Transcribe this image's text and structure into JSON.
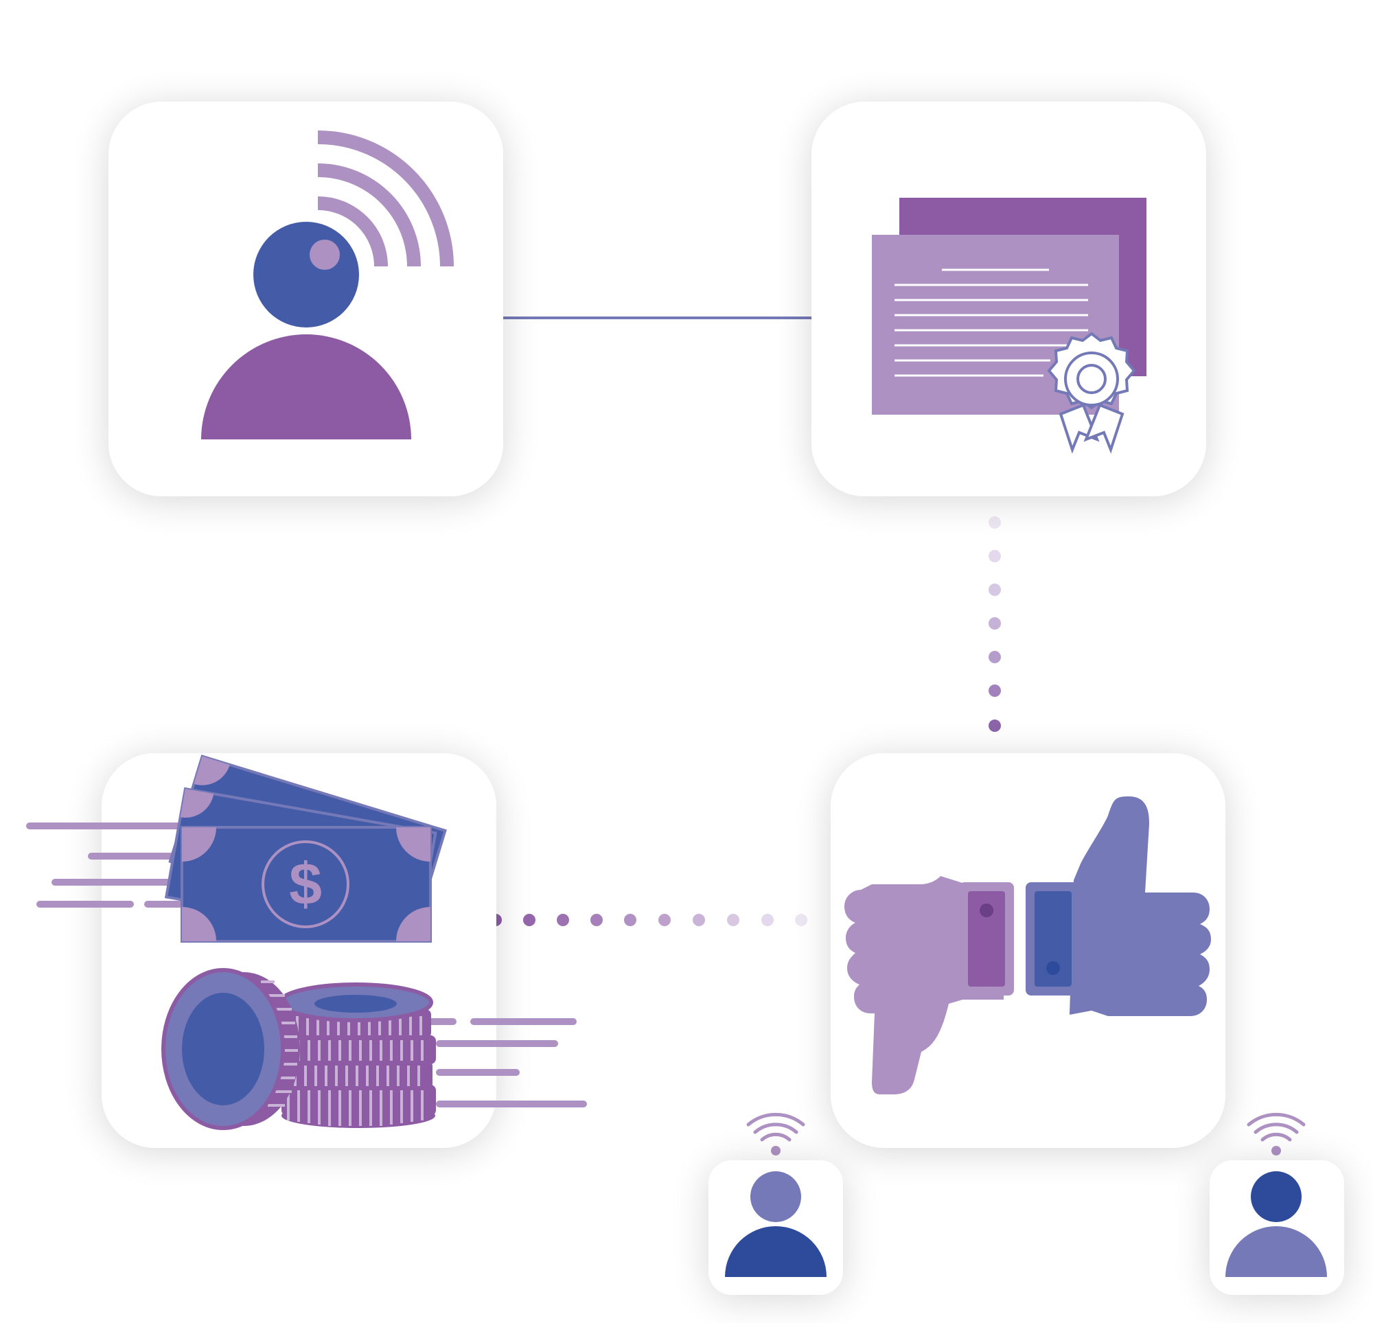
{
  "diagram": {
    "nodes": [
      {
        "id": "broadcasting-user",
        "icon": "user-broadcast-icon"
      },
      {
        "id": "certificate-document",
        "icon": "certificate-icon"
      },
      {
        "id": "money-cash-coins",
        "icon": "money-icon"
      },
      {
        "id": "thumbs-down-up-rating",
        "icon": "thumbs-up-down-icon"
      },
      {
        "id": "small-user-left",
        "icon": "user-wifi-icon"
      },
      {
        "id": "small-user-right",
        "icon": "user-wifi-icon"
      }
    ],
    "edges": [
      {
        "from": "broadcasting-user",
        "to": "certificate-document",
        "style": "solid"
      },
      {
        "from": "certificate-document",
        "to": "thumbs-down-up-rating",
        "style": "dotted-gradient"
      },
      {
        "from": "thumbs-down-up-rating",
        "to": "money-cash-coins",
        "style": "dotted-gradient"
      }
    ],
    "dollar_sign": "$",
    "colors": {
      "dark_blue": "#445ca8",
      "navy": "#2e4a9a",
      "purple": "#8c5ba4",
      "light_purple": "#ad91c2",
      "periwinkle": "#7579b8",
      "line": "#7378b6",
      "card": "#ffffff"
    }
  }
}
